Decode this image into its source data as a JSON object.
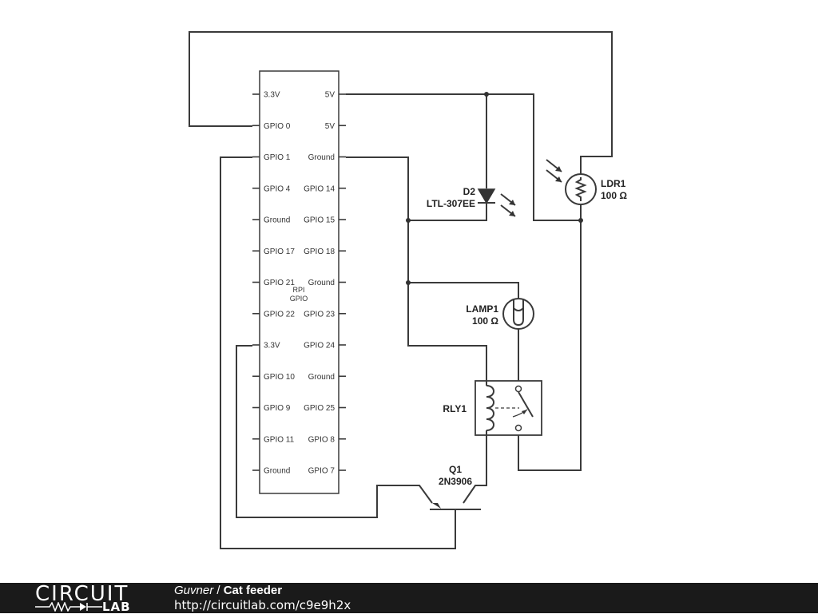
{
  "chip": {
    "name": "RPI",
    "subname": "GPIO",
    "left_pins": [
      "3.3V",
      "GPIO 0",
      "GPIO 1",
      "GPIO 4",
      "Ground",
      "GPIO 17",
      "GPIO 21",
      "GPIO 22",
      "3.3V",
      "GPIO 10",
      "GPIO 9",
      "GPIO 11",
      "Ground"
    ],
    "right_pins": [
      "5V",
      "5V",
      "Ground",
      "GPIO 14",
      "GPIO 15",
      "GPIO 18",
      "Ground",
      "GPIO 23",
      "GPIO 24",
      "Ground",
      "GPIO 25",
      "GPIO 8",
      "GPIO 7"
    ]
  },
  "components": {
    "d2": {
      "ref": "D2",
      "value": "LTL-307EE"
    },
    "ldr1": {
      "ref": "LDR1",
      "value": "100 Ω"
    },
    "lamp1": {
      "ref": "LAMP1",
      "value": "100 Ω"
    },
    "rly1": {
      "ref": "RLY1"
    },
    "q1": {
      "ref": "Q1",
      "value": "2N3906"
    }
  },
  "footer": {
    "logo_top": "CIRCUIT",
    "logo_bottom": "LAB",
    "author": "Guvner",
    "separator": " / ",
    "title": "Cat feeder",
    "url": "http://circuitlab.com/c9e9h2x"
  },
  "colors": {
    "wire": "#3a3a3a",
    "footer_bg": "#1a1a1a",
    "footer_text": "#ffffff"
  }
}
